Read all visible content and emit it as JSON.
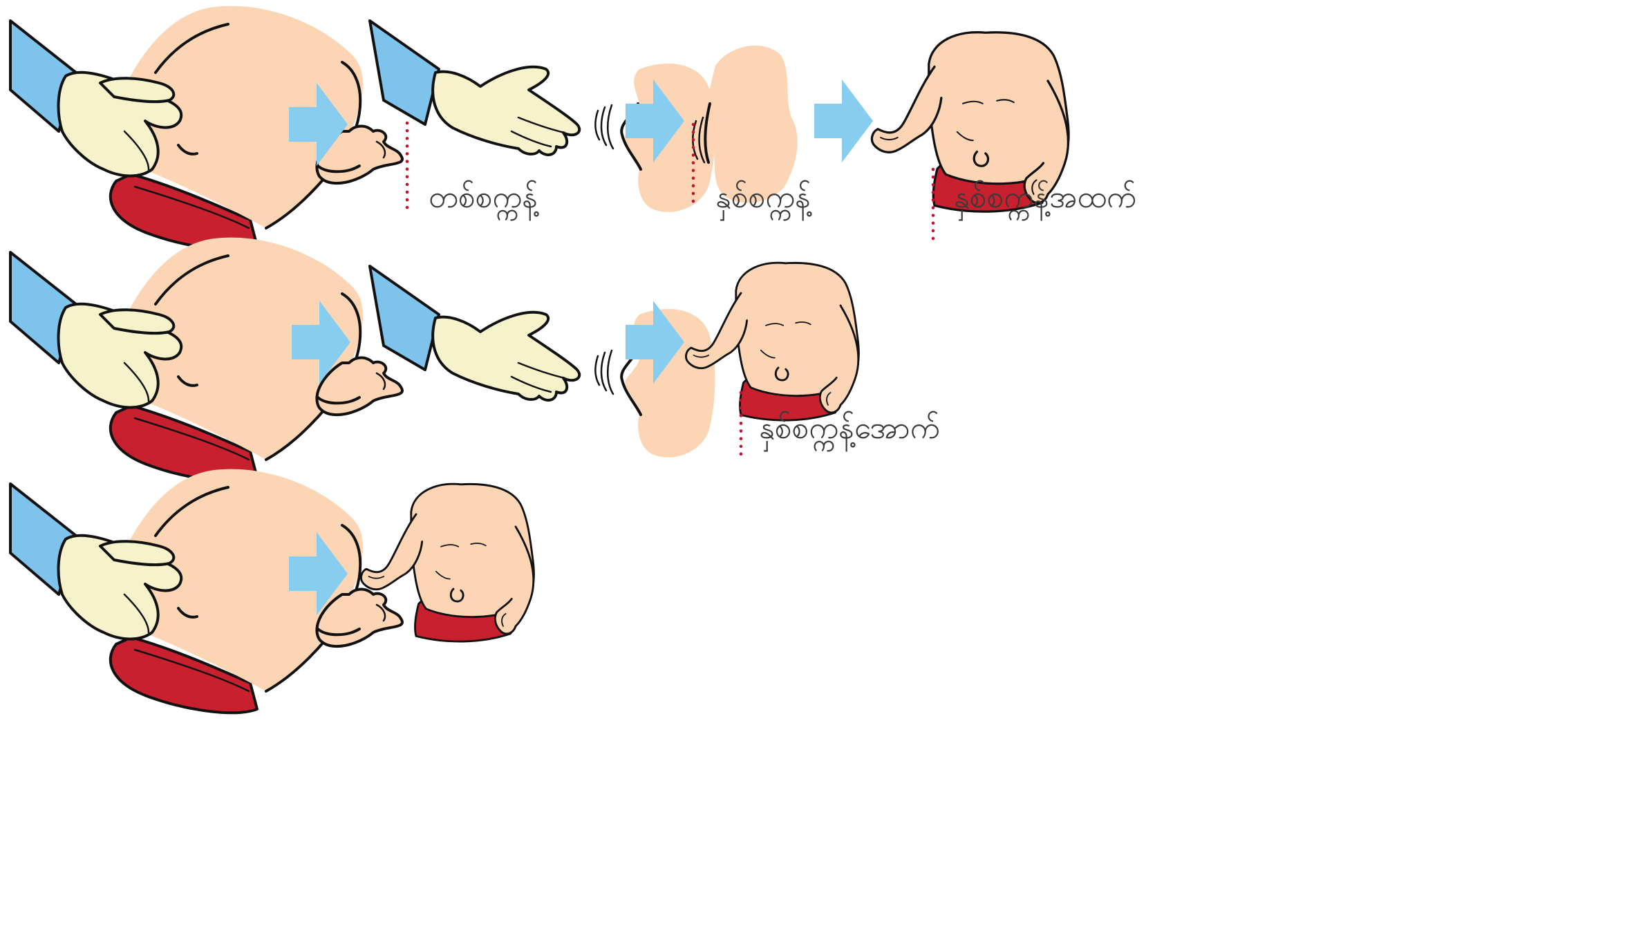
{
  "labels": {
    "one_second": "တစ်စက္ကန့်",
    "two_seconds": "နှစ်စက္ကန့်",
    "over_two_seconds": "နှစ်စက္ကန့်အထက်",
    "under_two_seconds": "နှစ်စက္ကန့်အောက်"
  },
  "icons": [
    "gloved-hand-pinching-skin",
    "right-arrow",
    "skin-fold-releasing",
    "infant-torso"
  ],
  "colors": {
    "skin": "#fcd5b5",
    "glove": "#f5f2cc",
    "sleeve": "#7ec3ec",
    "diaper": "#c9202f",
    "arrow": "#86cdef",
    "dotted_line": "#c8102e",
    "label_text": "#3a3a3a"
  }
}
